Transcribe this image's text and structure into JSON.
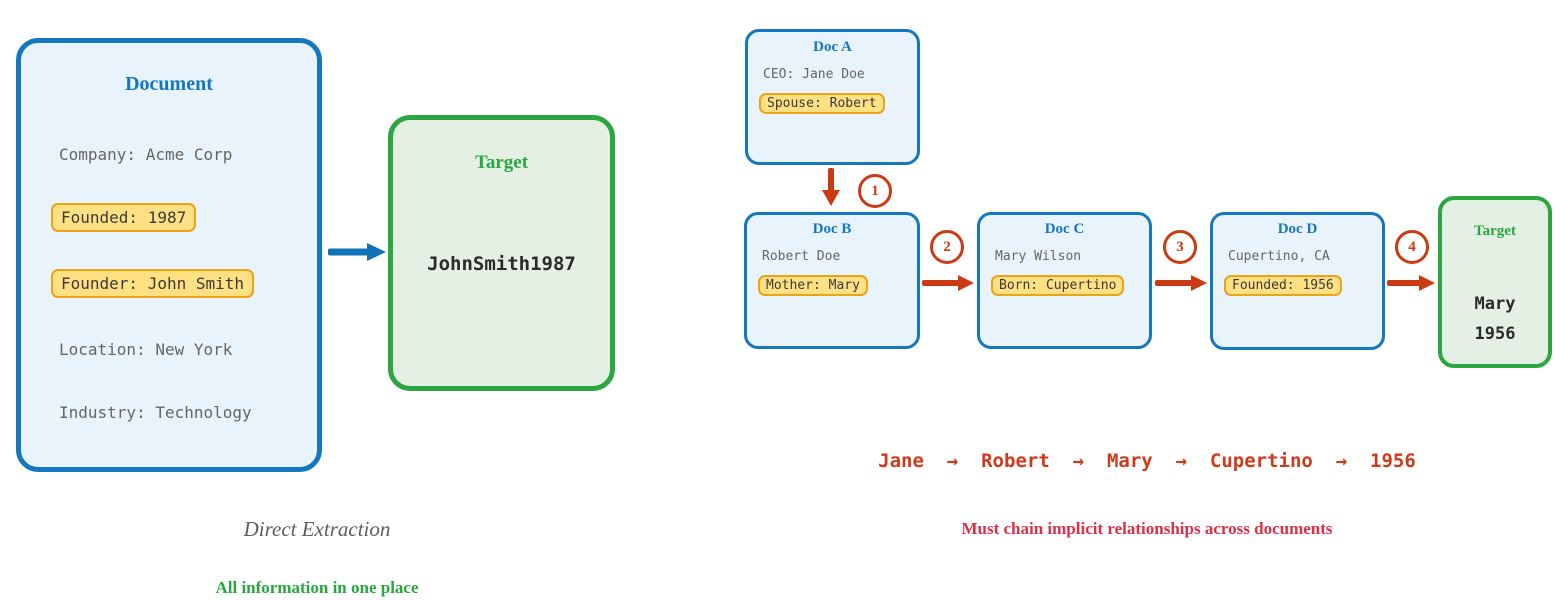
{
  "left": {
    "doc": {
      "title": "Document",
      "fields": [
        {
          "text": "Company: Acme Corp",
          "highlight": false
        },
        {
          "text": "Founded: 1987",
          "highlight": true
        },
        {
          "text": "Founder: John Smith",
          "highlight": true
        },
        {
          "text": "Location: New York",
          "highlight": false
        },
        {
          "text": "Industry: Technology",
          "highlight": false
        }
      ]
    },
    "target": {
      "title": "Target",
      "value": "JohnSmith1987"
    },
    "caption": "Direct Extraction",
    "subcaption": "All information in one place"
  },
  "right": {
    "docs": [
      {
        "title": "Doc A",
        "line": "CEO: Jane Doe",
        "highlight": "Spouse: Robert"
      },
      {
        "title": "Doc B",
        "line": "Robert Doe",
        "highlight": "Mother: Mary"
      },
      {
        "title": "Doc C",
        "line": "Mary Wilson",
        "highlight": "Born: Cupertino"
      },
      {
        "title": "Doc D",
        "line": "Cupertino, CA",
        "highlight": "Founded: 1956"
      }
    ],
    "steps": [
      "1",
      "2",
      "3",
      "4"
    ],
    "target": {
      "title": "Target",
      "line1": "Mary",
      "line2": "1956"
    },
    "chain": "Jane  →  Robert  →  Mary  →  Cupertino  →  1956",
    "caption": "Must chain implicit relationships across documents"
  },
  "colors": {
    "blue": "#1577be",
    "blue_bg": "#e8f3fb",
    "green": "#2ba640",
    "green_bg": "#e3f0e3",
    "green_text": "#27a83f",
    "red": "#cc3a14",
    "chain_red": "#d03a1b",
    "crimson": "#dc3049",
    "highlight_bg": "#ffe083",
    "highlight_border": "#eba317",
    "gray_text": "#666666"
  }
}
